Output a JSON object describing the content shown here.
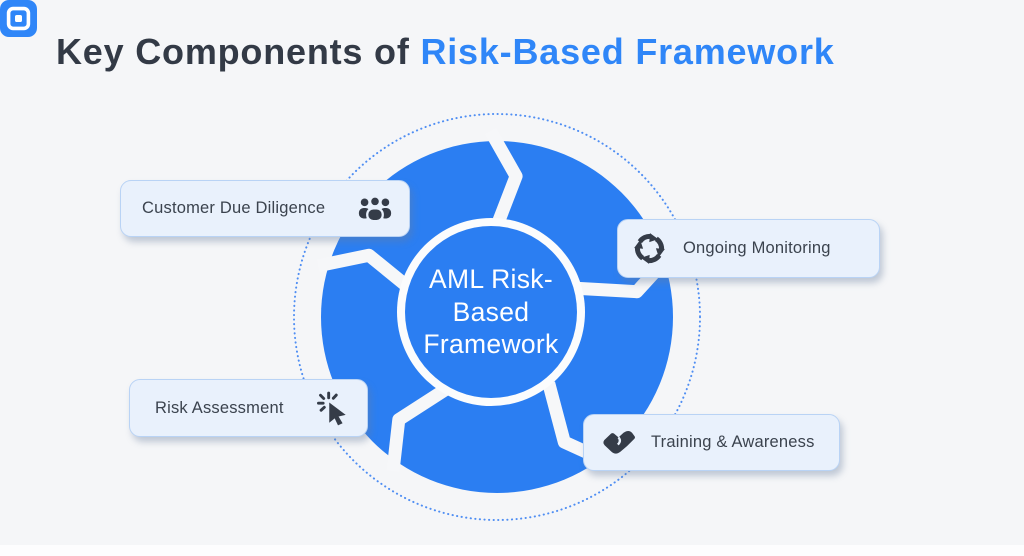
{
  "header": {
    "logo_icon": "square-in-square-logo-icon",
    "title_dark": "Key Components of",
    "title_accent": "Risk-Based Framework"
  },
  "diagram": {
    "type": "cycle-diagram",
    "segments": 5,
    "center": {
      "line1": "AML Risk-",
      "line2": "Based",
      "line3": "Framework"
    },
    "cards": [
      {
        "label": "Customer Due Diligence",
        "icon": "people-group-icon",
        "position": "top-left"
      },
      {
        "label": "Ongoing Monitoring",
        "icon": "cycle-arrows-icon",
        "position": "right"
      },
      {
        "label": "Risk Assessment",
        "icon": "cursor-click-icon",
        "position": "bottom-left"
      },
      {
        "label": "Training & Awareness",
        "icon": "handshake-icon",
        "position": "bottom-right"
      }
    ]
  },
  "colors": {
    "background": "#f5f6f8",
    "disc_blue": "#2b7ef2",
    "accent_blue": "#2f86f8",
    "title_dark": "#333a46",
    "card_background": "#e9f1fc",
    "card_border": "#b9d3f5",
    "card_text": "#3b434e",
    "icon_dark": "#353c48",
    "dotted_ring_blue": "#4f8ef3",
    "center_text": "#ffffff"
  }
}
